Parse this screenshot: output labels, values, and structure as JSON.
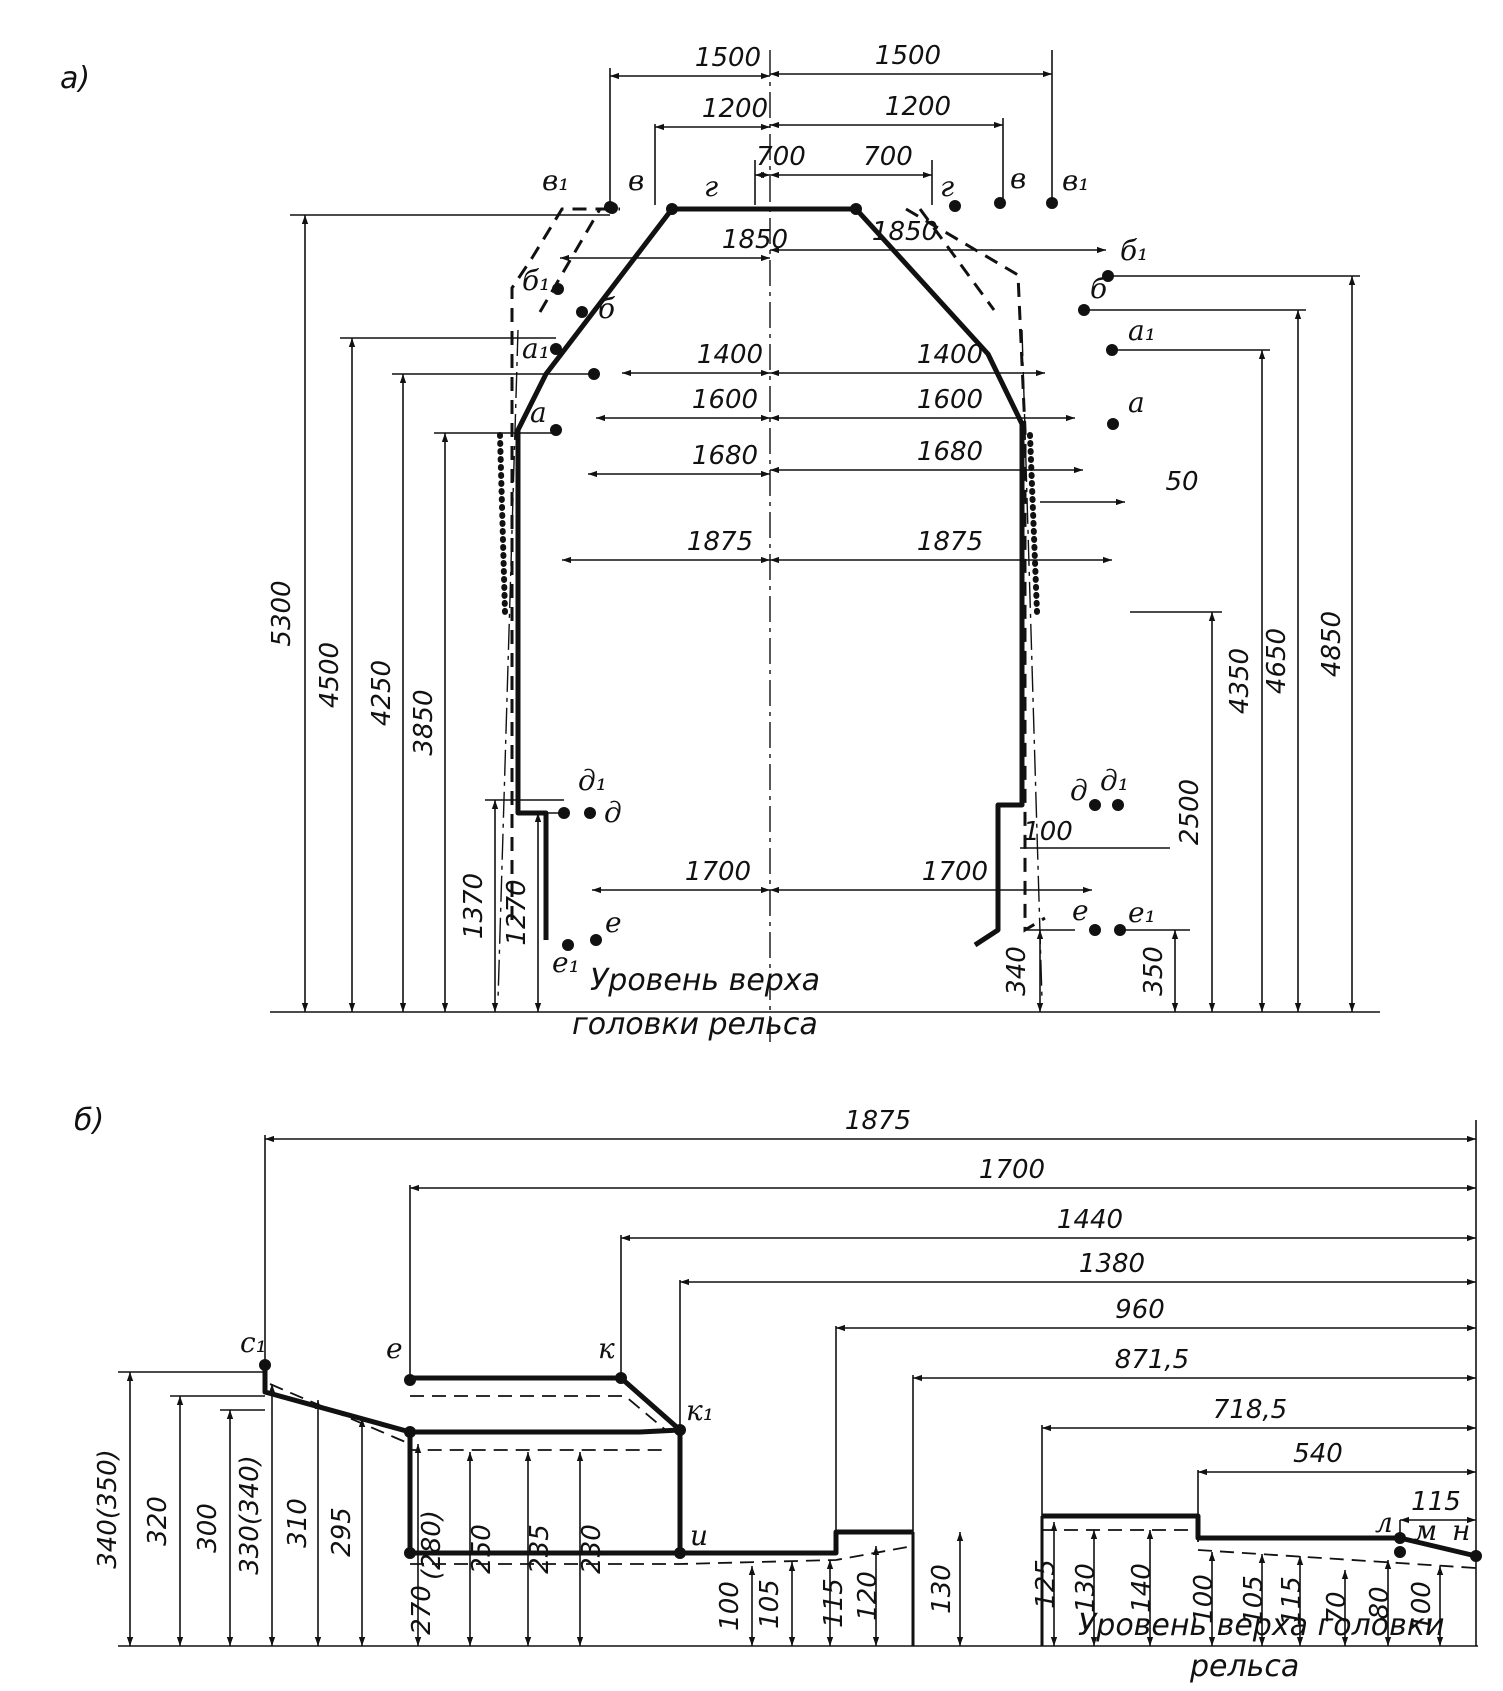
{
  "labels": {
    "part_a": "а)",
    "part_b": "б)",
    "rail_a_line1": "Уровень верха",
    "rail_a_line2": "головки рельса",
    "rail_b_line1": "Уровень верха головки",
    "rail_b_line2": "рельса"
  },
  "points": {
    "v1": "в₁",
    "v": "в",
    "g": "г",
    "b1": "б₁",
    "b": "б",
    "a1": "а₁",
    "a": "а",
    "d1": "д₁",
    "d": "д",
    "e": "е",
    "e1": "е₁",
    "c1": "с₁",
    "k": "к",
    "k1": "к₁",
    "i": "и",
    "l": "л",
    "m": "м",
    "n": "н"
  },
  "dims_a": {
    "w1500": "1500",
    "w1200": "1200",
    "w700": "700",
    "w1850": "1850",
    "w1400": "1400",
    "w1600": "1600",
    "w1680": "1680",
    "w1875": "1875",
    "w1700": "1700",
    "w50": "50",
    "w100": "100",
    "h5300": "5300",
    "h4500": "4500",
    "h4250": "4250",
    "h3850": "3850",
    "h1370": "1370",
    "h1270": "1270",
    "h340": "340",
    "h350": "350",
    "h2500": "2500",
    "h4350": "4350",
    "h4650": "4650",
    "h4850": "4850"
  },
  "dims_b": {
    "w1875": "1875",
    "w1700": "1700",
    "w1440": "1440",
    "w1380": "1380",
    "w960": "960",
    "w871": "871,5",
    "w718": "718,5",
    "w540": "540",
    "w115": "115",
    "h340_350": "340(350)",
    "h320": "320",
    "h300": "300",
    "h330_340": "330(340)",
    "h310": "310",
    "h295": "295",
    "h280": "(280)",
    "h250": "250",
    "h235": "235",
    "h230": "230",
    "h270": "270",
    "h100": "100",
    "h105": "105",
    "h115": "115",
    "h120": "120",
    "h130": "130",
    "h125": "125",
    "h140": "140",
    "h70": "70",
    "h80": "80"
  }
}
